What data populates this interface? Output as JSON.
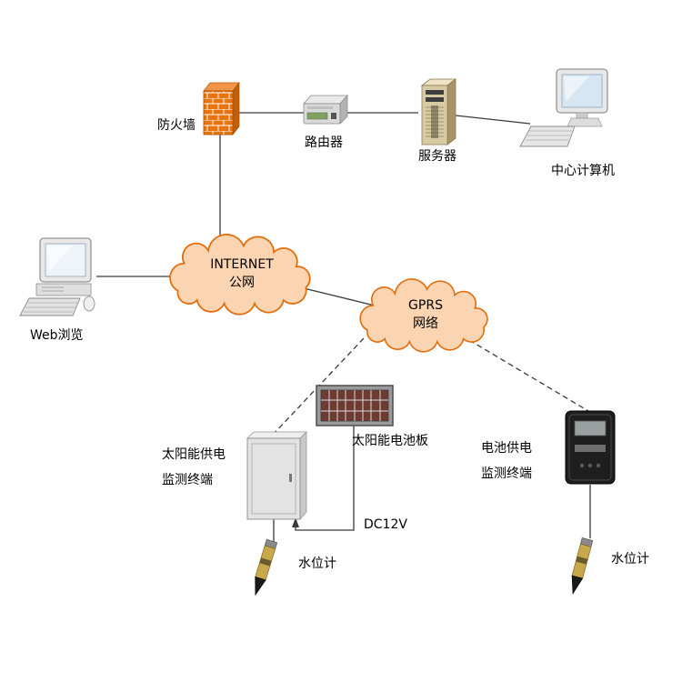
{
  "nodes": {
    "firewall": {
      "label": "防火墙"
    },
    "router": {
      "label": "路由器"
    },
    "server": {
      "label": "服务器"
    },
    "central_computer": {
      "label": "中心计算机"
    },
    "web_browser": {
      "label": "Web浏览"
    },
    "internet_cloud": {
      "line1": "INTERNET",
      "line2": "公网"
    },
    "gprs_cloud": {
      "line1": "GPRS",
      "line2": "网络"
    },
    "solar_panel": {
      "label": "太阳能电池板"
    },
    "solar_terminal": {
      "line1": "太阳能供电",
      "line2": "监测终端"
    },
    "battery_terminal": {
      "line1": "电池供电",
      "line2": "监测终端"
    },
    "dc_power": {
      "label": "DC12V"
    },
    "water_gauge_left": {
      "label": "水位计"
    },
    "water_gauge_right": {
      "label": "水位计"
    }
  },
  "colors": {
    "cloud_fill": "#FBD5B2",
    "cloud_stroke": "#E36C0A",
    "firewall_brick": "#E8720C",
    "line": "#3A3A3A",
    "background": "#FFFFFF"
  }
}
